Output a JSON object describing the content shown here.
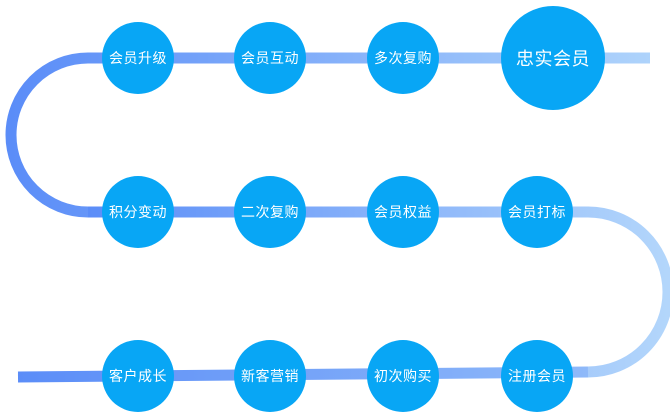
{
  "colors": {
    "node_fill": "#08a6f5",
    "path_dark": "#5b8df8",
    "path_light": "#aed3fb",
    "text": "#ffffff"
  },
  "rows": {
    "top": [
      "会员升级",
      "会员互动",
      "多次复购",
      "忠实会员"
    ],
    "middle": [
      "积分变动",
      "二次复购",
      "会员权益",
      "会员打标"
    ],
    "bottom": [
      "客户成长",
      "新客营销",
      "初次购买",
      "注册会员"
    ]
  }
}
